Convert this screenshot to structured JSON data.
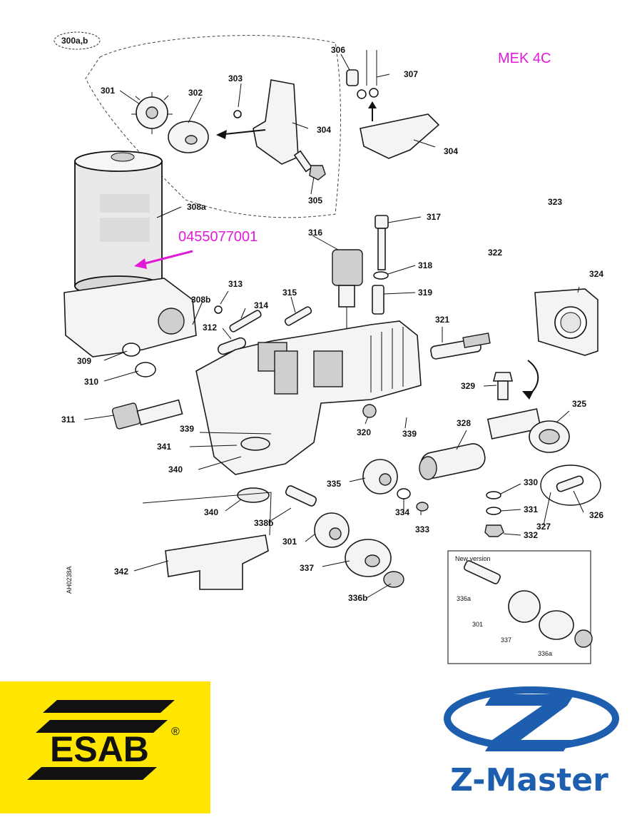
{
  "title": "MEK 4C",
  "callout_number": "0455077001",
  "figure_code": "AH0238A",
  "inset_title": "New version",
  "labels": {
    "l300ab": "300a,b",
    "l301a": "301",
    "l302": "302",
    "l303": "303",
    "l304a": "304",
    "l305": "305",
    "l306": "306",
    "l307": "307",
    "l304b": "304",
    "l308a": "308a",
    "l308b": "308b",
    "l309": "309",
    "l310": "310",
    "l311": "311",
    "l312": "312",
    "l313": "313",
    "l314": "314",
    "l315": "315",
    "l316": "316",
    "l317": "317",
    "l318": "318",
    "l319": "319",
    "l320": "320",
    "l321": "321",
    "l322": "322",
    "l323": "323",
    "l324": "324",
    "l325": "325",
    "l326": "326",
    "l327": "327",
    "l328": "328",
    "l329": "329",
    "l330": "330",
    "l331": "331",
    "l332": "332",
    "l333": "333",
    "l334": "334",
    "l335": "335",
    "l336b": "336b",
    "l337": "337",
    "l338b": "338b",
    "l339a": "339",
    "l339b": "339",
    "l340a": "340",
    "l340b": "340",
    "l341": "341",
    "l342": "342",
    "l301b": "301"
  },
  "inset_labels": {
    "i336a": "336a",
    "i301": "301",
    "i337": "337",
    "i336a2": "336a"
  },
  "logos": {
    "esab": {
      "text": "ESAB",
      "mark": "®",
      "background": "#ffe600"
    },
    "zmaster": {
      "text": "Z-Master",
      "color": "#1d5fae"
    }
  },
  "colors": {
    "accent": "#e01ad6"
  }
}
